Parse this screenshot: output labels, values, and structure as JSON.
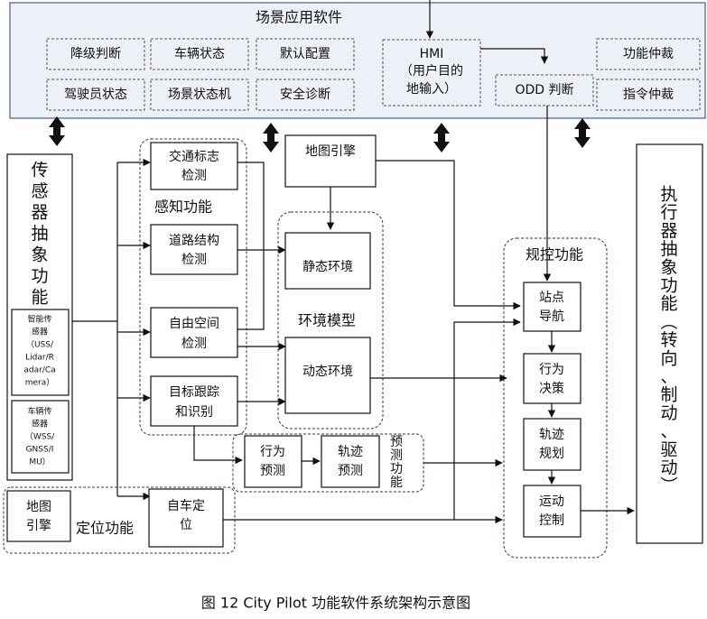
{
  "top_panel": {
    "title": "场景应用软件",
    "items": [
      "降级判断",
      "车辆状态",
      "默认配置",
      "驾驶员状态",
      "场景状态机",
      "安全诊断",
      "功能仲裁",
      "指令仲裁"
    ],
    "hmi": [
      "HMI",
      "（用户目的",
      "地输入）"
    ],
    "odd": "ODD 判断"
  },
  "sensor": {
    "title_chars": [
      "传",
      "感",
      "器",
      "抽",
      "象",
      "功",
      "能"
    ],
    "smart": [
      "智能传",
      "感器",
      "（USS/",
      "Lidar/R",
      "adar/Ca",
      "mera）"
    ],
    "vehicle": [
      "车辆传",
      "感器",
      "（WSS/",
      "GNSS/I",
      "MU）"
    ]
  },
  "perception": {
    "title": "感知功能",
    "traffic_sign": [
      "交通标志",
      "检测"
    ],
    "road_structure": [
      "道路结构",
      "检测"
    ],
    "free_space": [
      "自由空间",
      "检测"
    ],
    "target_tracking": [
      "目标跟踪",
      "和识别"
    ]
  },
  "map_engine": "地图引擎",
  "env_model": {
    "title": "环境模型",
    "static": "静态环境",
    "dynamic": "动态环境"
  },
  "prediction": {
    "behavior": [
      "行为",
      "预测"
    ],
    "trajectory": [
      "轨迹",
      "预测"
    ],
    "label_chars": [
      "预",
      "测",
      "功",
      "能"
    ]
  },
  "localization": {
    "map": [
      "地图",
      "引擎"
    ],
    "label": "定位功能",
    "ego": [
      "自车定",
      "位"
    ]
  },
  "planning": {
    "title": "规控功能",
    "station_nav": [
      "站点",
      "导航"
    ],
    "behavior_decision": [
      "行为",
      "决策"
    ],
    "trajectory_plan": [
      "轨迹",
      "规划"
    ],
    "motion_control": [
      "运动",
      "控制"
    ]
  },
  "actuator": {
    "chars": [
      "执",
      "行",
      "器",
      "抽",
      "象",
      "功",
      "能",
      "︵",
      "转",
      "向",
      "、",
      "制",
      "动",
      "、",
      "驱",
      "动",
      "︶"
    ]
  },
  "caption": "图  12 City Pilot 功能软件系统架构示意图"
}
